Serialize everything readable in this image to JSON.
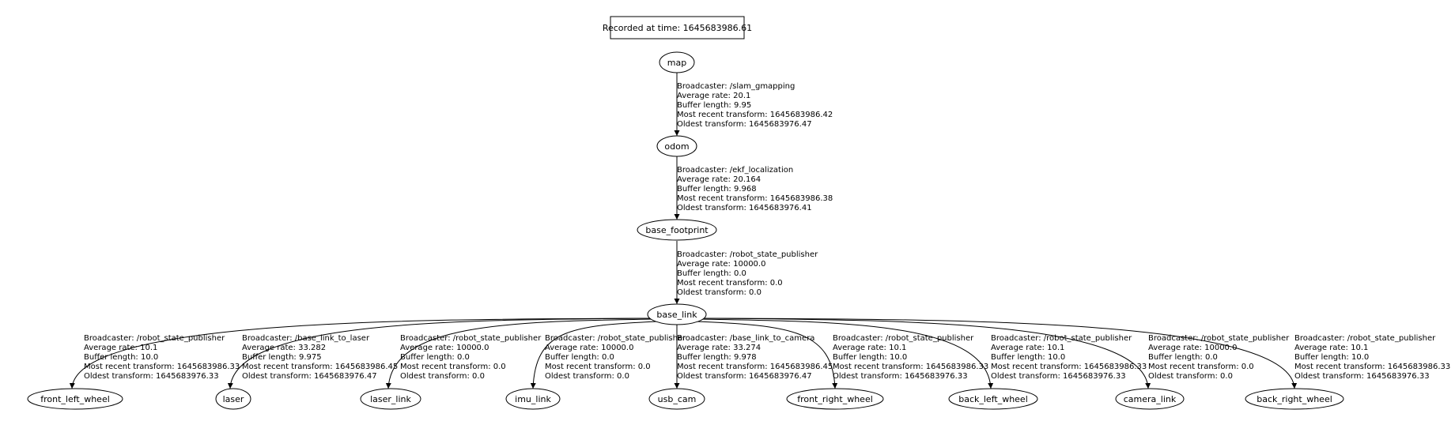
{
  "header": {
    "recorded": "Recorded at time: 1645683986.61"
  },
  "nodes": {
    "map": "map",
    "odom": "odom",
    "base_footprint": "base_footprint",
    "base_link": "base_link",
    "front_left_wheel": "front_left_wheel",
    "laser": "laser",
    "laser_link": "laser_link",
    "imu_link": "imu_link",
    "usb_cam": "usb_cam",
    "front_right_wheel": "front_right_wheel",
    "back_left_wheel": "back_left_wheel",
    "camera_link": "camera_link",
    "back_right_wheel": "back_right_wheel"
  },
  "edges": {
    "map_odom": [
      "Broadcaster: /slam_gmapping",
      "Average rate: 20.1",
      "Buffer length: 9.95",
      "Most recent transform: 1645683986.42",
      "Oldest transform: 1645683976.47"
    ],
    "odom_base_footprint": [
      "Broadcaster: /ekf_localization",
      "Average rate: 20.164",
      "Buffer length: 9.968",
      "Most recent transform: 1645683986.38",
      "Oldest transform: 1645683976.41"
    ],
    "base_footprint_base_link": [
      "Broadcaster: /robot_state_publisher",
      "Average rate: 10000.0",
      "Buffer length: 0.0",
      "Most recent transform: 0.0",
      "Oldest transform: 0.0"
    ],
    "base_link_front_left_wheel": [
      "Broadcaster: /robot_state_publisher",
      "Average rate: 10.1",
      "Buffer length: 10.0",
      "Most recent transform: 1645683986.33",
      "Oldest transform: 1645683976.33"
    ],
    "base_link_laser": [
      "Broadcaster: /base_link_to_laser",
      "Average rate: 33.282",
      "Buffer length: 9.975",
      "Most recent transform: 1645683986.45",
      "Oldest transform: 1645683976.47"
    ],
    "base_link_laser_link": [
      "Broadcaster: /robot_state_publisher",
      "Average rate: 10000.0",
      "Buffer length: 0.0",
      "Most recent transform: 0.0",
      "Oldest transform: 0.0"
    ],
    "base_link_imu_link": [
      "Broadcaster: /robot_state_publisher",
      "Average rate: 10000.0",
      "Buffer length: 0.0",
      "Most recent transform: 0.0",
      "Oldest transform: 0.0"
    ],
    "base_link_usb_cam": [
      "Broadcaster: /base_link_to_camera",
      "Average rate: 33.274",
      "Buffer length: 9.978",
      "Most recent transform: 1645683986.45",
      "Oldest transform: 1645683976.47"
    ],
    "base_link_front_right_wheel": [
      "Broadcaster: /robot_state_publisher",
      "Average rate: 10.1",
      "Buffer length: 10.0",
      "Most recent transform: 1645683986.33",
      "Oldest transform: 1645683976.33"
    ],
    "base_link_back_left_wheel": [
      "Broadcaster: /robot_state_publisher",
      "Average rate: 10.1",
      "Buffer length: 10.0",
      "Most recent transform: 1645683986.33",
      "Oldest transform: 1645683976.33"
    ],
    "base_link_camera_link": [
      "Broadcaster: /robot_state_publisher",
      "Average rate: 10000.0",
      "Buffer length: 0.0",
      "Most recent transform: 0.0",
      "Oldest transform: 0.0"
    ],
    "base_link_back_right_wheel": [
      "Broadcaster: /robot_state_publisher",
      "Average rate: 10.1",
      "Buffer length: 10.0",
      "Most recent transform: 1645683986.33",
      "Oldest transform: 1645683976.33"
    ]
  }
}
